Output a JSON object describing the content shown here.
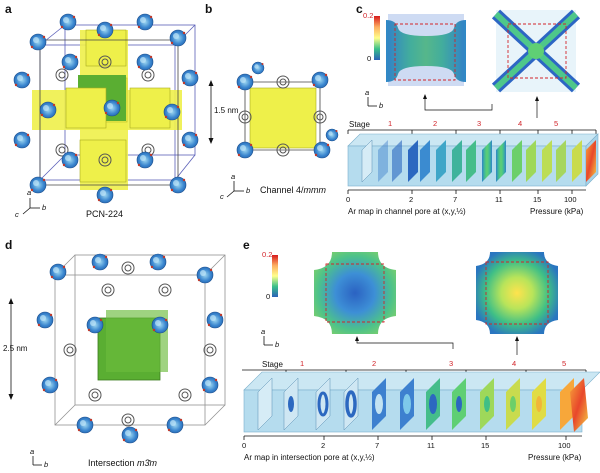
{
  "panels": {
    "a": {
      "letter": "a",
      "caption": "PCN-224"
    },
    "b": {
      "letter": "b",
      "scale": "1.5 nm",
      "caption_prefix": "Channel 4/",
      "caption_italic": "mmm"
    },
    "c": {
      "letter": "c",
      "colorbar_max": "0.2",
      "colorbar_min": "0",
      "stage_label": "Stage",
      "stages": [
        "1",
        "2",
        "3",
        "4",
        "5"
      ],
      "pressure_ticks": [
        "0",
        "2",
        "7",
        "11",
        "15",
        "100"
      ],
      "pressure_label": "Pressure (kPa)",
      "map_label": "Ar map in channel pore at (x,y,½)"
    },
    "d": {
      "letter": "d",
      "scale": "2.5 nm",
      "caption_prefix": "Intersection ",
      "caption_italic": "m3̄m"
    },
    "e": {
      "letter": "e",
      "colorbar_max": "0.2",
      "colorbar_min": "0",
      "stage_label": "Stage",
      "stages": [
        "1",
        "2",
        "3",
        "4",
        "5"
      ],
      "pressure_ticks": [
        "0",
        "2",
        "7",
        "11",
        "15",
        "100"
      ],
      "pressure_label": "Pressure (kPa)",
      "map_label": "Ar map in intersection pore at (x,y,½)"
    }
  },
  "axes": {
    "a": "a",
    "b": "b",
    "c": "c"
  },
  "colors": {
    "cluster_blue": "#3a7ec8",
    "cube_yellow": "#eef04a",
    "cube_green": "#5aae32",
    "stage_red": "#d2242a",
    "cell_blue": "#b5dcee"
  }
}
